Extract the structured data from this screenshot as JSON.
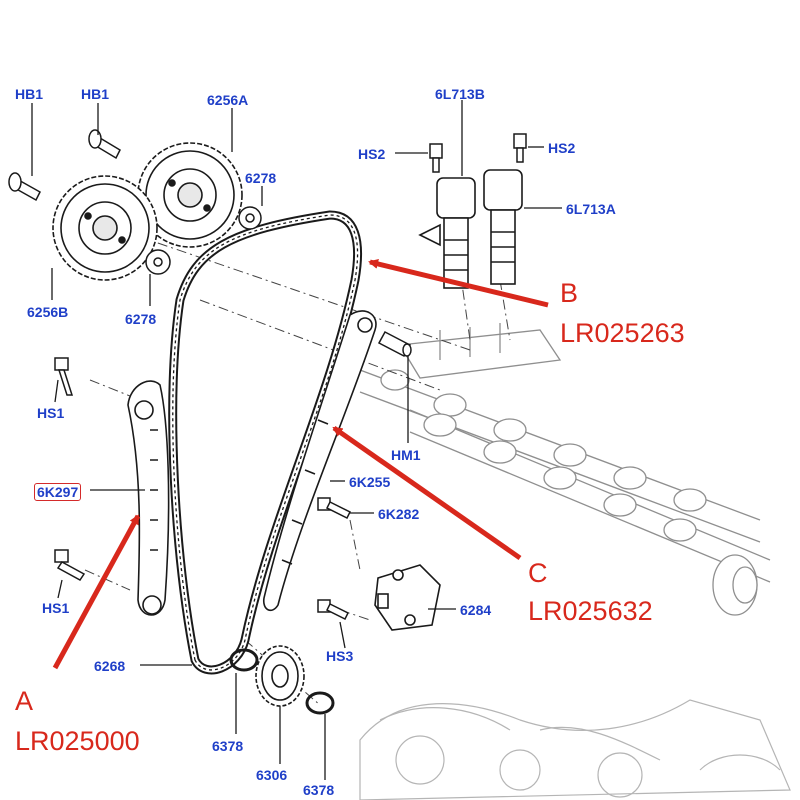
{
  "part_labels": {
    "hb1_a": "HB1",
    "hb1_b": "HB1",
    "p6256a": "6256A",
    "p6278_a": "6278",
    "p6256b": "6256B",
    "p6278_b": "6278",
    "p6l713b": "6L713B",
    "hs2_a": "HS2",
    "hs2_b": "HS2",
    "p6l713a": "6L713A",
    "hs1_a": "HS1",
    "hm1": "HM1",
    "p6k297": "6K297",
    "p6k255": "6K255",
    "p6k282": "6K282",
    "hs1_b": "HS1",
    "p6284": "6284",
    "p6268": "6268",
    "hs3": "HS3",
    "p6378_a": "6378",
    "p6306": "6306",
    "p6378_b": "6378"
  },
  "callouts": {
    "a": {
      "letter": "A",
      "part_number": "LR025000"
    },
    "b": {
      "letter": "B",
      "part_number": "LR025263"
    },
    "c": {
      "letter": "C",
      "part_number": "LR025632"
    }
  },
  "colors": {
    "label_blue": "#1f3fc8",
    "callout_red": "#d8281c",
    "line_art": "#1a1a1a",
    "engine_ghost": "#9a9a9a"
  }
}
